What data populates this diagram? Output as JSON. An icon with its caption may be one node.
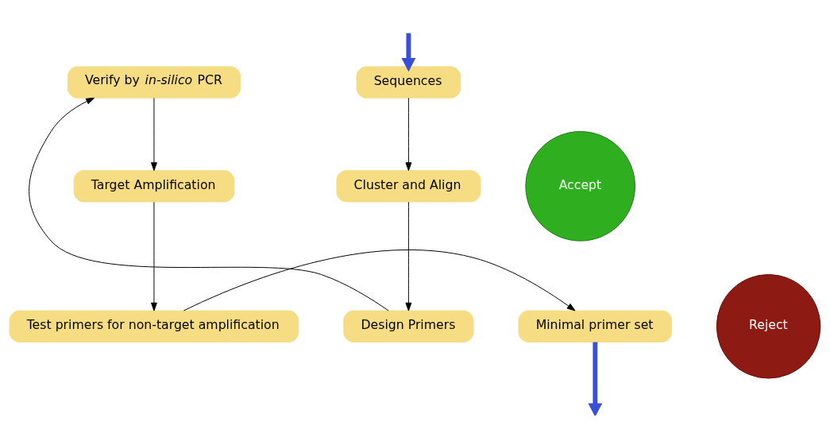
{
  "diagram": {
    "nodes": [
      {
        "text": [
          "Sequences"
        ]
      },
      {
        "text": [
          "Cluster and Align"
        ]
      },
      {
        "text": [
          "Design Primers"
        ]
      },
      {
        "text": [
          "Verify by *in-silico* PCR"
        ]
      },
      {
        "text": [
          "Target Amplification"
        ]
      },
      {
        "text": [
          "Test primers for non-target amplification"
        ]
      },
      {
        "text": [
          "Minimal primer set"
        ]
      },
      {
        "text": [
          "Accept"
        ]
      },
      {
        "text": [
          "Reject"
        ]
      }
    ],
    "edges": [
      {
        "from": null,
        "to": 0,
        "arrow": "to",
        "style": "thick",
        "color": "#3a4fd8"
      },
      {
        "from": 0,
        "to": 1,
        "arrow": "to"
      },
      {
        "from": 1,
        "to": 2,
        "arrow": "to"
      },
      {
        "from": 2,
        "to": 3,
        "arrow": "to"
      },
      {
        "from": 3,
        "to": 4,
        "arrow": "to"
      },
      {
        "from": 4,
        "to": 5,
        "arrow": "to"
      },
      {
        "from": 5,
        "to": 6,
        "arrow": "to"
      },
      {
        "from": 6,
        "to": null,
        "arrow": "to",
        "style": "thick",
        "color": "#3a4fd8"
      }
    ]
  }
}
